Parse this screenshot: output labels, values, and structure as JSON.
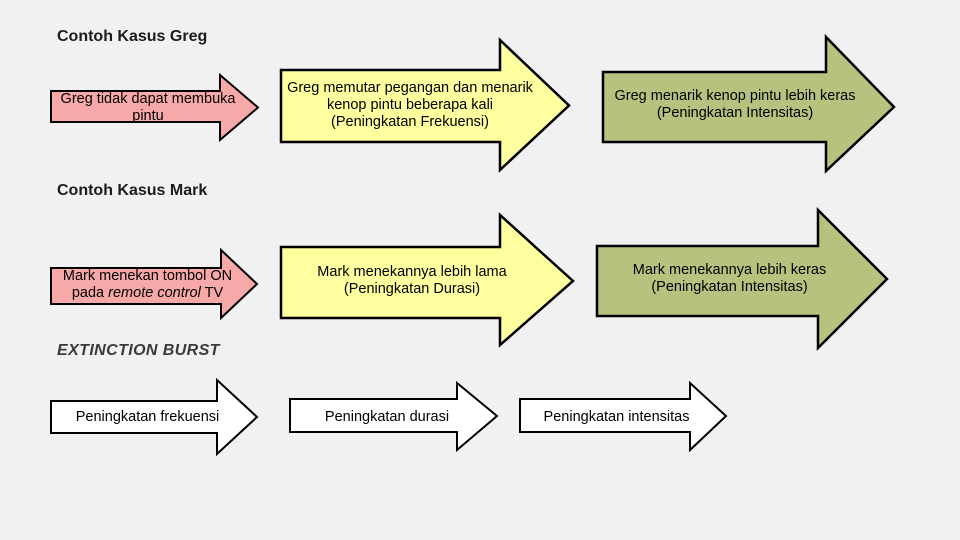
{
  "slide": {
    "background_color": "#F1F1F2",
    "border_color": "#000000",
    "fill_pink": "#F7A8A8",
    "fill_yellow": "#FEFF9E",
    "fill_green": "#B8C27E",
    "fill_white": "#FFFFFF"
  },
  "sections": {
    "greg": {
      "heading": "Contoh Kasus Greg",
      "trigger": {
        "line1": "Greg tidak dapat membuka",
        "line2": "pintu",
        "fill": "#F7A8A8"
      },
      "frequency": {
        "line1": "Greg memutar pegangan dan menarik",
        "line2": "kenop pintu beberapa kali",
        "line3": "(Peningkatan Frekuensi)",
        "fill": "#FEFF9E"
      },
      "intensity": {
        "line1": "Greg menarik kenop pintu lebih keras",
        "line2": "(Peningkatan Intensitas)",
        "fill": "#B8C27E"
      }
    },
    "mark": {
      "heading": "Contoh Kasus Mark",
      "trigger": {
        "line1": "Mark menekan tombol ON",
        "line2_prefix": "pada ",
        "line2_italic": "remote control",
        "line2_suffix": " TV",
        "fill": "#F7A8A8"
      },
      "duration": {
        "line1": "Mark menekannya lebih lama",
        "line2": "(Peningkatan Durasi)",
        "fill": "#FEFF9E"
      },
      "intensity": {
        "line1": "Mark menekannya lebih keras",
        "line2": "(Peningkatan Intensitas)",
        "fill": "#B8C27E"
      }
    },
    "extinction": {
      "heading": "EXTINCTION BURST",
      "arrow_frequency": {
        "label": "Peningkatan frekuensi",
        "fill": "#FFFFFF"
      },
      "arrow_duration": {
        "label": "Peningkatan durasi",
        "fill": "#FFFFFF"
      },
      "arrow_intensity": {
        "label": "Peningkatan intensitas",
        "fill": "#FFFFFF"
      }
    }
  }
}
